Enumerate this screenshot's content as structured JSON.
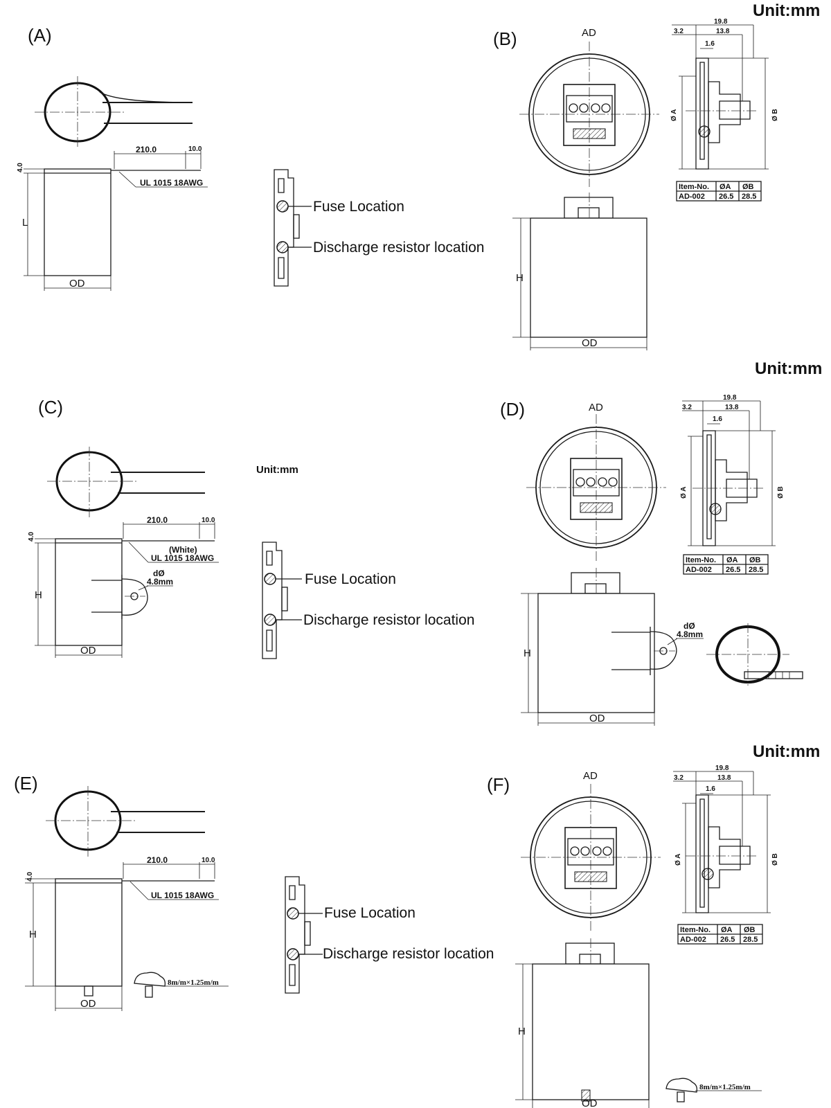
{
  "units": {
    "top": "Unit:mm",
    "middle": "Unit:mm",
    "small_c": "Unit:mm",
    "bottom": "Unit:mm"
  },
  "panels": {
    "a": "(A)",
    "b": "(B)",
    "c": "(C)",
    "d": "(D)",
    "e": "(E)",
    "f": "(F)"
  },
  "wire": {
    "length": "210.0",
    "strip": "10.0",
    "spec": "UL 1015 18AWG",
    "color_note": "(White)",
    "cap_height": "4.0"
  },
  "dimension_labels": {
    "length": "L",
    "height": "H",
    "diameter": "OD",
    "terminal": "AD",
    "dia_a": "Ø A",
    "dia_b": "Ø B",
    "bracket_hole_1": "dØ",
    "bracket_hole_2": "4.8mm"
  },
  "terminal_dims": {
    "d1": "19.8",
    "d2": "13.8",
    "d3": "3.2",
    "d4": "1.6"
  },
  "spec_table": {
    "headers": [
      "Item-No.",
      "ØA",
      "ØB"
    ],
    "row": [
      "AD-002",
      "26.5",
      "28.5"
    ]
  },
  "callouts": {
    "fuse": "Fuse Location",
    "resistor": "Discharge resistor location"
  },
  "stud": "8m/m×1.25m/m",
  "icons": [
    "capacitor-top-view",
    "capacitor-side-view",
    "terminal-block-icon",
    "mounting-bracket",
    "threaded-stud-icon",
    "cross-section-view"
  ]
}
